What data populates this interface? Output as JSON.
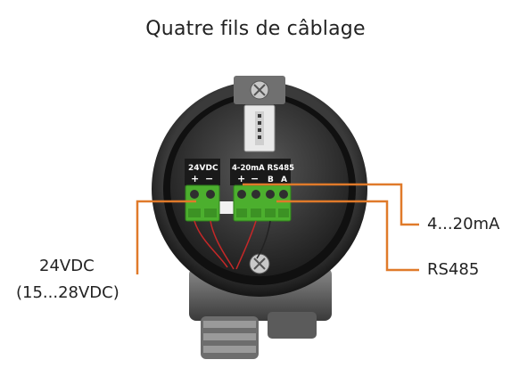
{
  "title": "Quatre fils de câblage",
  "terminal_labels": {
    "power": "24VDC",
    "power_plus": "+",
    "power_minus": "−",
    "signal": "4-20mA RS485",
    "sig_plus": "+",
    "sig_minus": "−",
    "rs_b": "B",
    "rs_a": "A"
  },
  "callouts": {
    "power_line1": "24VDC",
    "power_line2": "(15...28VDC)",
    "analog": "4...20mA",
    "digital": "RS485"
  },
  "colors": {
    "leader": "#e07a2a",
    "terminal": "#4caf2e",
    "housing": "#2b2b2b"
  }
}
